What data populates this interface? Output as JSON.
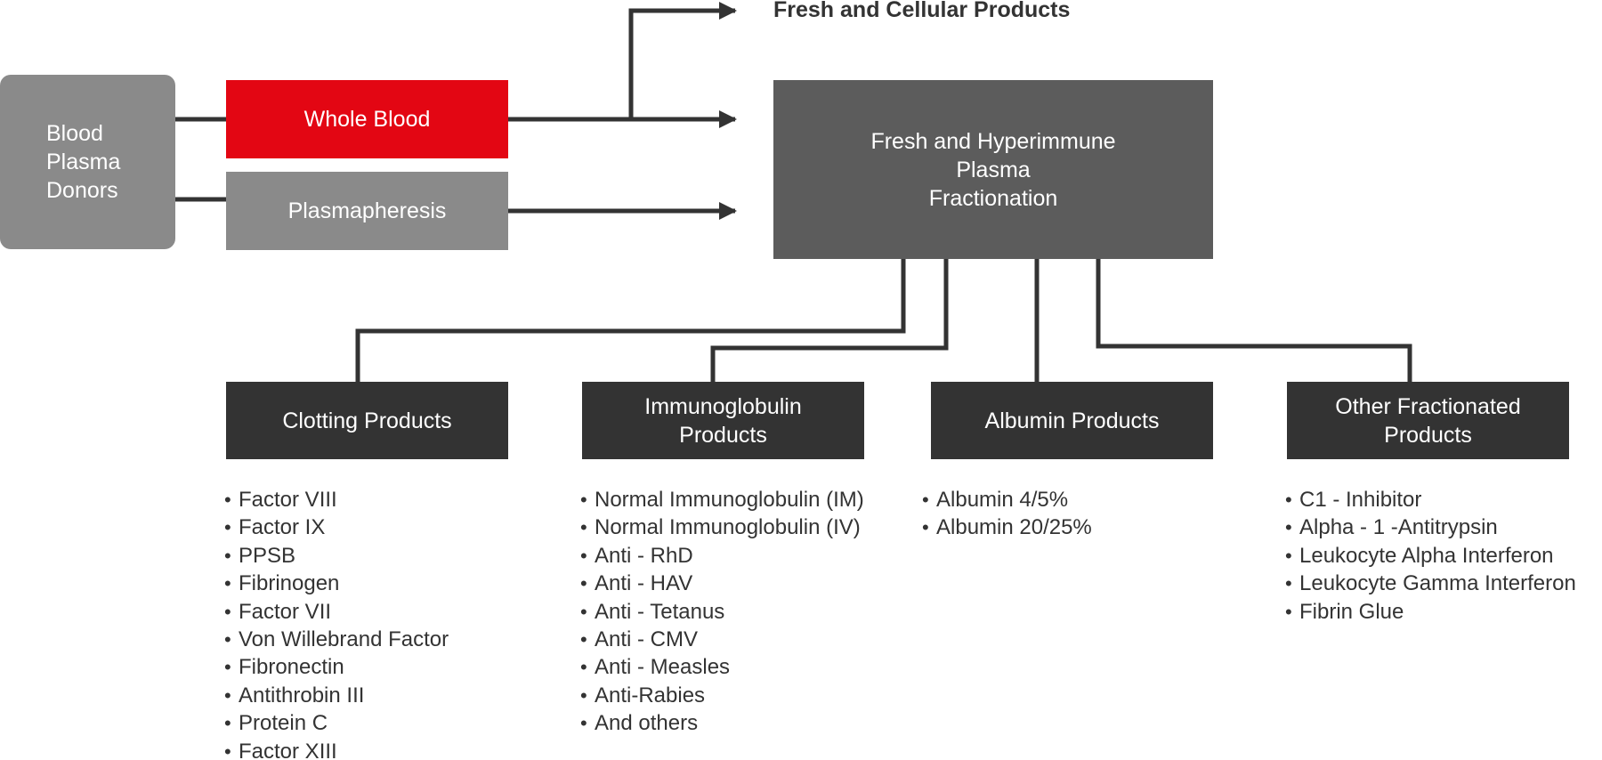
{
  "donors": "Blood\nPlasma\nDonors",
  "whole_blood": "Whole Blood",
  "plasmapheresis": "Plasmapheresis",
  "fresh_cellular": "Fresh and Cellular Products",
  "fractionation": "Fresh and Hyperimmune\nPlasma\nFractionation",
  "colors": {
    "accent_red": "#e30613",
    "box_grey": "#8a8a8a",
    "process_dark": "#5c5c5c",
    "category_dark": "#333333",
    "connector": "#333333"
  },
  "categories": [
    {
      "label": "Clotting Products",
      "items": [
        "Factor VIII",
        "Factor IX",
        "PPSB",
        "Fibrinogen",
        "Factor VII",
        "Von Willebrand Factor",
        "Fibronectin",
        "Antithrobin III",
        "Protein C",
        "Factor XIII"
      ]
    },
    {
      "label": "Immunoglobulin\nProducts",
      "items": [
        "Normal Immunoglobulin (IM)",
        "Normal Immunoglobulin (IV)",
        "Anti - RhD",
        "Anti - HAV",
        "Anti - Tetanus",
        "Anti - CMV",
        "Anti - Measles",
        "Anti-Rabies",
        "And others"
      ]
    },
    {
      "label": "Albumin Products",
      "items": [
        "Albumin 4/5%",
        "Albumin 20/25%"
      ]
    },
    {
      "label": "Other Fractionated\nProducts",
      "items": [
        "C1 - Inhibitor",
        "Alpha - 1 -Antitrypsin",
        "Leukocyte Alpha Interferon",
        "Leukocyte Gamma Interferon",
        "Fibrin Glue"
      ]
    }
  ]
}
